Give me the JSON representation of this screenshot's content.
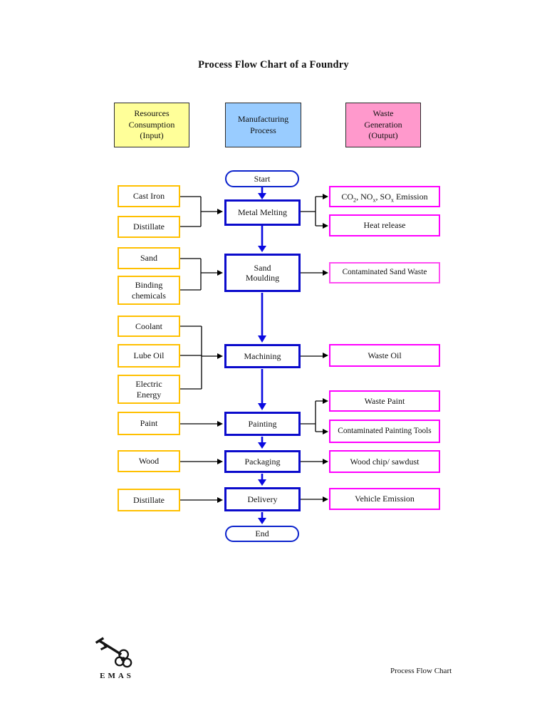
{
  "page": {
    "title": "Process Flow Chart of a Foundry",
    "footer_label": "Process Flow Chart",
    "logo_text": "EMAS"
  },
  "colors": {
    "input_box_border": "#ffc000",
    "process_box_border": "#0b0bcc",
    "output_box_border": "#ff00ff",
    "flow_arrow_blue": "#0a0ae0",
    "connector_black": "#000000",
    "legend_input_fill": "#ffff99",
    "legend_process_fill": "#99ccff",
    "legend_output_fill": "#ff99cc"
  },
  "legend": {
    "input_label": "Resources\nConsumption\n(Input)",
    "process_label": "Manufacturing\nProcess",
    "output_label": "Waste\nGeneration\n(Output)"
  },
  "flow": {
    "start_label": "Start",
    "end_label": "End",
    "steps": [
      "Metal Melting",
      "Sand\nMoulding",
      "Machining",
      "Painting",
      "Packaging",
      "Delivery"
    ]
  },
  "inputs": [
    "Cast Iron",
    "Distillate",
    "Sand",
    "Binding\nchemicals",
    "Coolant",
    "Lube Oil",
    "Electric\nEnergy",
    "Paint",
    "Wood",
    "Distillate"
  ],
  "outputs": {
    "emission": {
      "p1": "CO",
      "s1": "2",
      "p2": ", NO",
      "s2": "x",
      "p3": ", SO",
      "s3": "x",
      "p4": " Emission"
    },
    "heat": "Heat release",
    "sand_waste": "Contaminated Sand Waste",
    "waste_oil": "Waste Oil",
    "waste_paint": "Waste Paint",
    "painting_tools": "Contaminated Painting Tools",
    "wood_chip": "Wood chip/ sawdust",
    "vehicle_emission": "Vehicle Emission"
  }
}
